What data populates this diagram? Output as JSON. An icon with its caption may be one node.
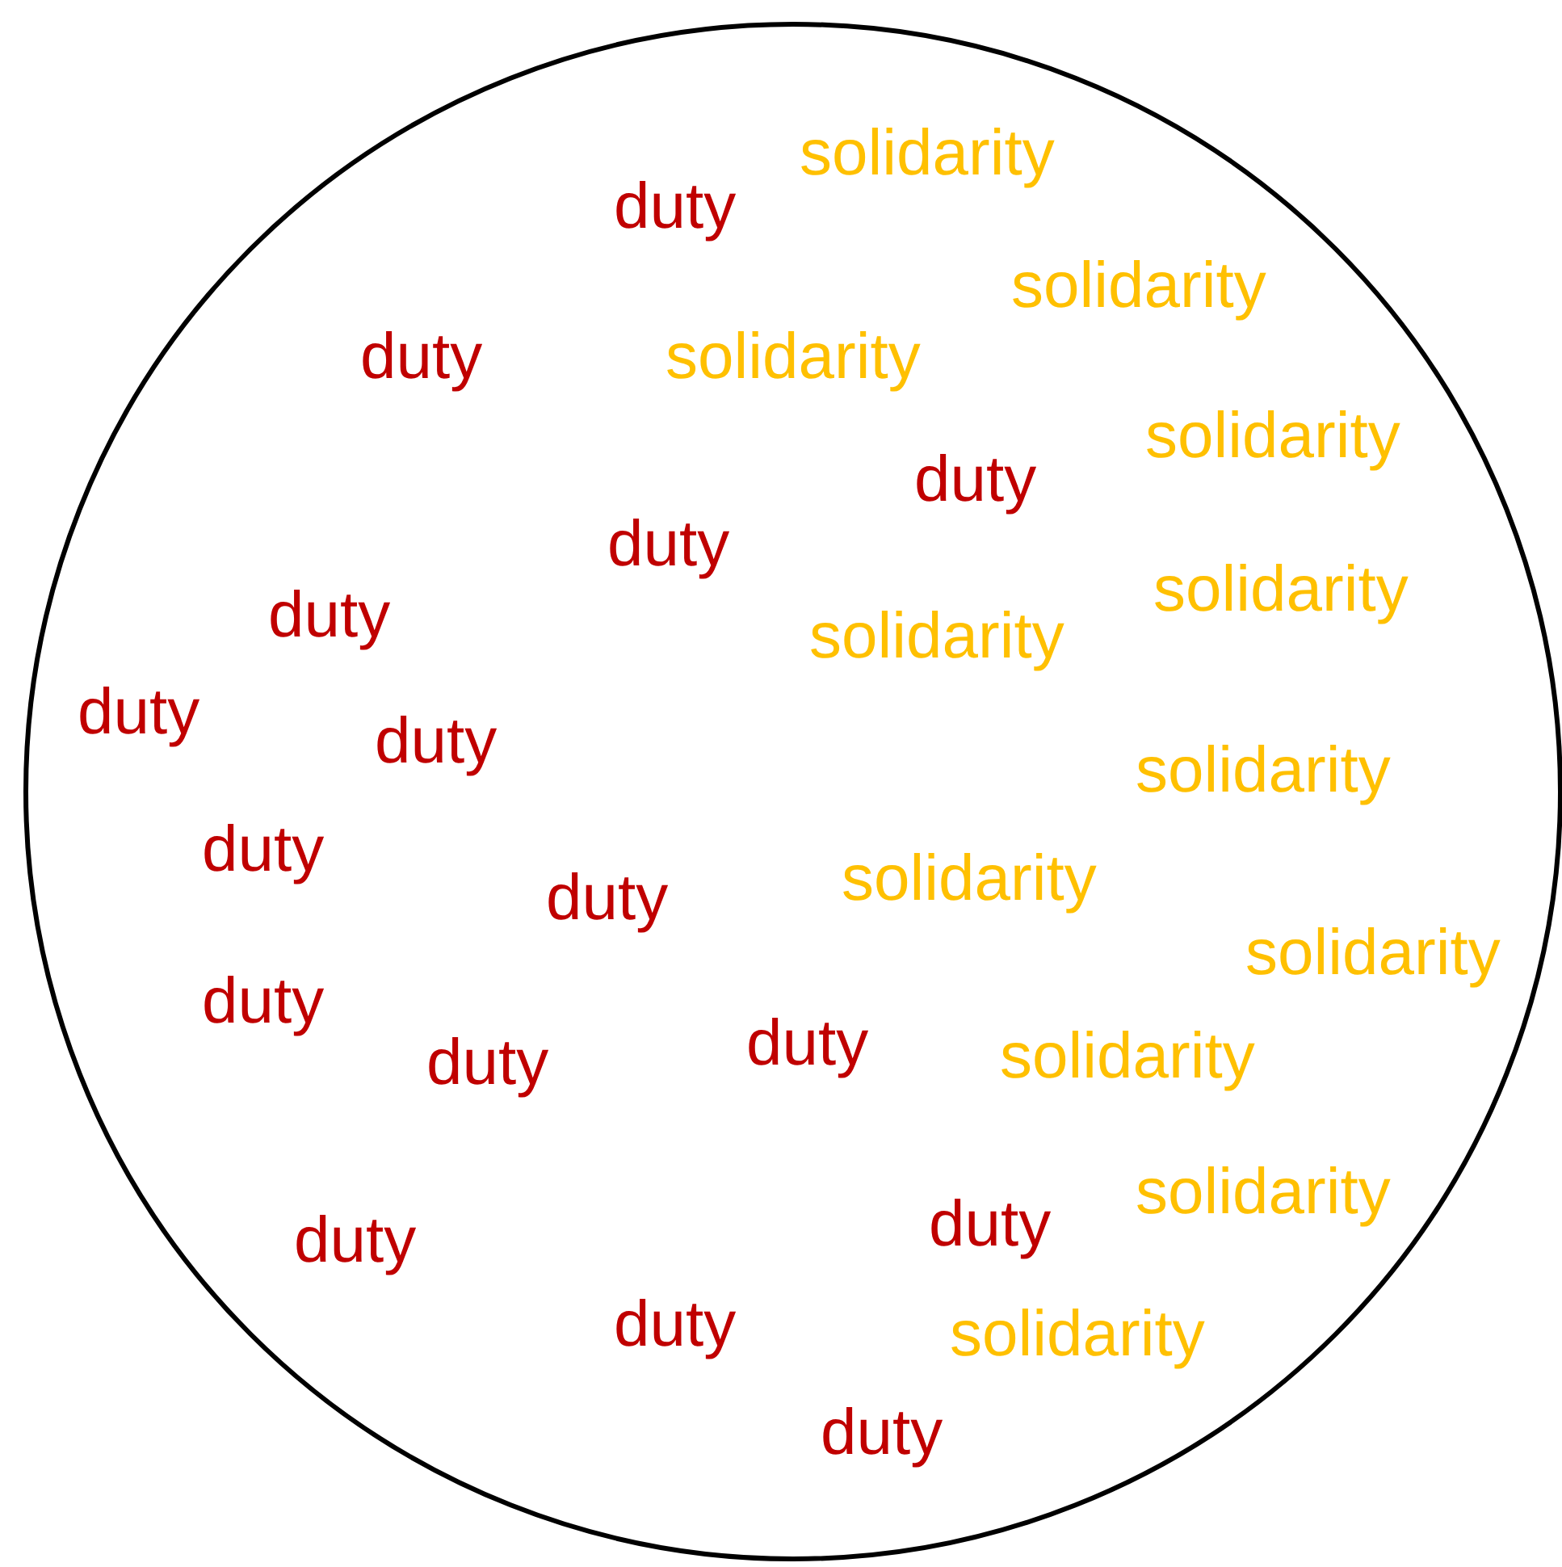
{
  "diagram": {
    "nodes": [
      {
        "text": [
          "solidarity",
          "duty",
          "solidarity",
          "duty",
          "solidarity",
          "solidarity",
          "duty",
          "duty",
          "solidarity",
          "duty",
          "solidarity",
          "duty",
          "duty",
          "solidarity",
          "duty",
          "solidarity",
          "duty",
          "solidarity",
          "duty",
          "duty",
          "solidarity",
          "duty",
          "solidarity",
          "duty",
          "duty",
          "duty",
          "solidarity",
          "duty"
        ]
      }
    ]
  }
}
